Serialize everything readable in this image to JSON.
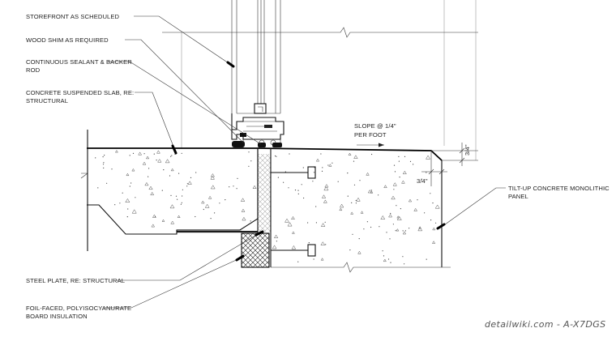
{
  "labels": {
    "storefront": "STOREFRONT AS SCHEDULED",
    "wood_shim": "WOOD SHIM AS REQUIRED",
    "sealant_1": "CONTINUOUS SEALANT & BACKER",
    "sealant_2": "ROD",
    "slab_1": "CONCRETE SUSPENDED SLAB, RE:",
    "slab_2": "STRUCTURAL",
    "slope_1": "SLOPE @ 1/4\"",
    "slope_2": "PER FOOT",
    "dim_top": "3/4\"",
    "dim_side": "3/4\"",
    "panel_1": "TILT-UP CONCRETE MONOLITHIC",
    "panel_2": "PANEL",
    "steel_plate": "STEEL PLATE, RE: STRUCTURAL",
    "insulation_1": "FOIL-FACED, POLYISOCYANURATE",
    "insulation_2": "BOARD INSULATION"
  },
  "watermark": "detailwiki.com - A-X7DGS"
}
